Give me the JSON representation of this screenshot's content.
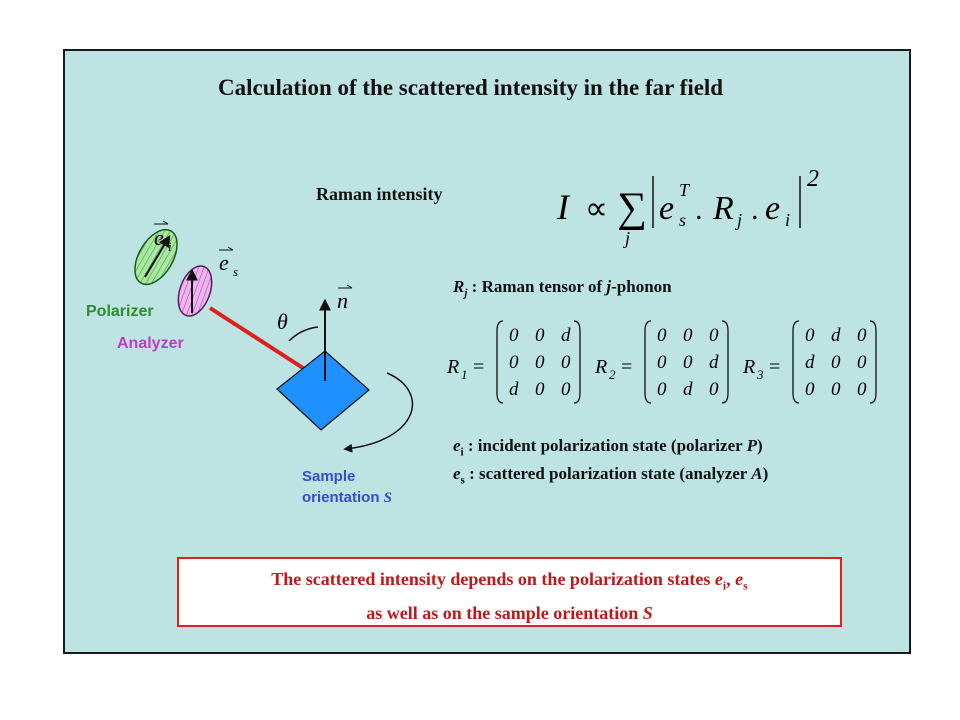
{
  "title": "Calculation of the scattered intensity in the far field",
  "raman_intensity_label": "Raman intensity",
  "formula": {
    "lhs": "I",
    "prop": "∝",
    "sum": "∑",
    "sum_index": "j",
    "e_s": "e",
    "e_s_sub": "s",
    "e_s_sup": "T",
    "dot": ".",
    "tensor": "R",
    "tensor_sub": "j",
    "dot2": ".",
    "e_i": "e",
    "e_i_sub": "i",
    "power": "2"
  },
  "tensor_def": {
    "symbol": "R",
    "sub": "j",
    "text_prefix": " : Raman tensor of ",
    "text_j": "j",
    "text_suffix": "-phonon"
  },
  "matrices": [
    {
      "name": "R",
      "sub": "1",
      "eq": "=",
      "rows": [
        [
          "0",
          "0",
          "d"
        ],
        [
          "0",
          "0",
          "0"
        ],
        [
          "d",
          "0",
          "0"
        ]
      ]
    },
    {
      "name": "R",
      "sub": "2",
      "eq": "=",
      "rows": [
        [
          "0",
          "0",
          "0"
        ],
        [
          "0",
          "0",
          "d"
        ],
        [
          "0",
          "d",
          "0"
        ]
      ]
    },
    {
      "name": "R",
      "sub": "3",
      "eq": "=",
      "rows": [
        [
          "0",
          "d",
          "0"
        ],
        [
          "d",
          "0",
          "0"
        ],
        [
          "0",
          "0",
          "0"
        ]
      ]
    }
  ],
  "ei_def": {
    "symbol": "e",
    "sub": "i",
    "text": " : incident polarization state (polarizer ",
    "var": "P",
    "close": ")"
  },
  "es_def": {
    "symbol": "e",
    "sub": "s",
    "text": " : scattered polarization state (analyzer ",
    "var": "A",
    "close": ")"
  },
  "diagram": {
    "ei_vec": "e",
    "ei_vec_sub": "i",
    "es_vec": "e",
    "es_vec_sub": "s",
    "normal": "n",
    "theta": "θ",
    "polarizer_label": "Polarizer",
    "analyzer_label": "Analyzer",
    "sample_line1": "Sample",
    "sample_line2": "orientation ",
    "sample_var": "S"
  },
  "conclusion": {
    "line1_text": "The scattered intensity depends on the polarization states ",
    "line1_e1": "e",
    "line1_e1_sub": "i",
    "line1_sep": ", ",
    "line1_e2": "e",
    "line1_e2_sub": "s",
    "line2_text": "as well as on the sample orientation ",
    "line2_var": "S"
  },
  "colors": {
    "background": "#bde3e3",
    "polarizer": "#2e8b2e",
    "analyzer": "#c03cc0",
    "beam": "#e02020",
    "sample": "#1e90ff",
    "sample_label": "#3a4bd0",
    "conclusion_text": "#c01818"
  }
}
